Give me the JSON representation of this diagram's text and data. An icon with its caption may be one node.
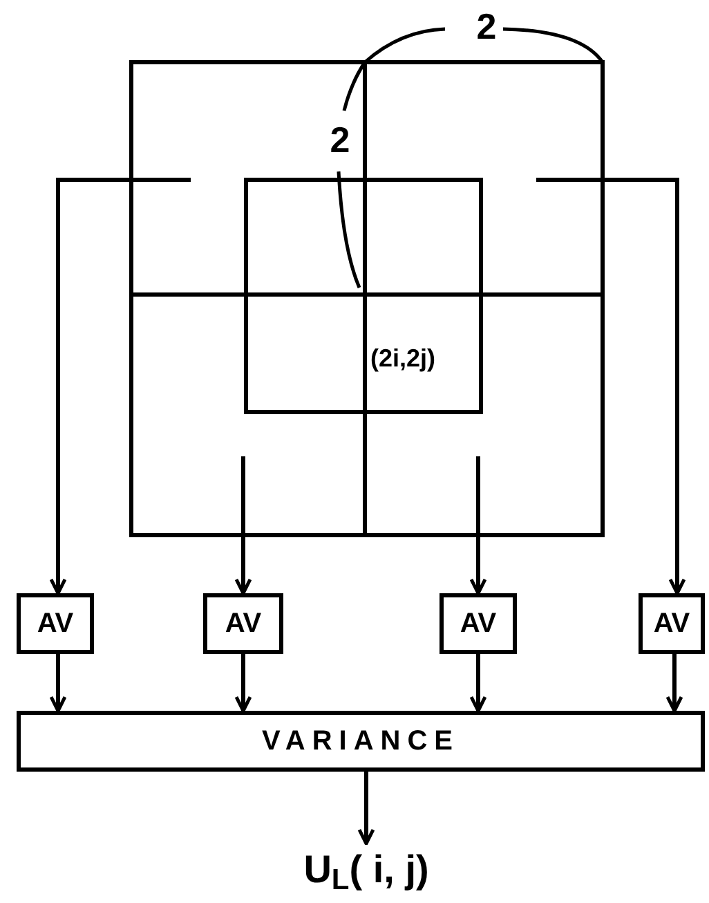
{
  "diagram": {
    "nodes": [
      {
        "text": [
          "AV"
        ]
      },
      {
        "text": [
          "AV"
        ]
      },
      {
        "text": [
          "AV"
        ]
      },
      {
        "text": [
          "AV"
        ]
      },
      {
        "text": [
          "VARIANCE"
        ]
      },
      {
        "text": [
          "U$_{L}$( i, j)"
        ]
      }
    ],
    "edges": [
      {
        "from": null,
        "to": 0,
        "arrow": "to"
      },
      {
        "from": null,
        "to": 1,
        "arrow": "to"
      },
      {
        "from": null,
        "to": 2,
        "arrow": "to"
      },
      {
        "from": null,
        "to": 3,
        "arrow": "to"
      },
      {
        "from": 0,
        "to": 4,
        "arrow": "to"
      },
      {
        "from": 1,
        "to": 4,
        "arrow": "to"
      },
      {
        "from": 2,
        "to": 4,
        "arrow": "to"
      },
      {
        "from": 3,
        "to": 4,
        "arrow": "to"
      },
      {
        "from": 4,
        "to": 5,
        "arrow": "to"
      }
    ],
    "labels": [
      "2",
      "2",
      "(2i,2j)"
    ]
  }
}
